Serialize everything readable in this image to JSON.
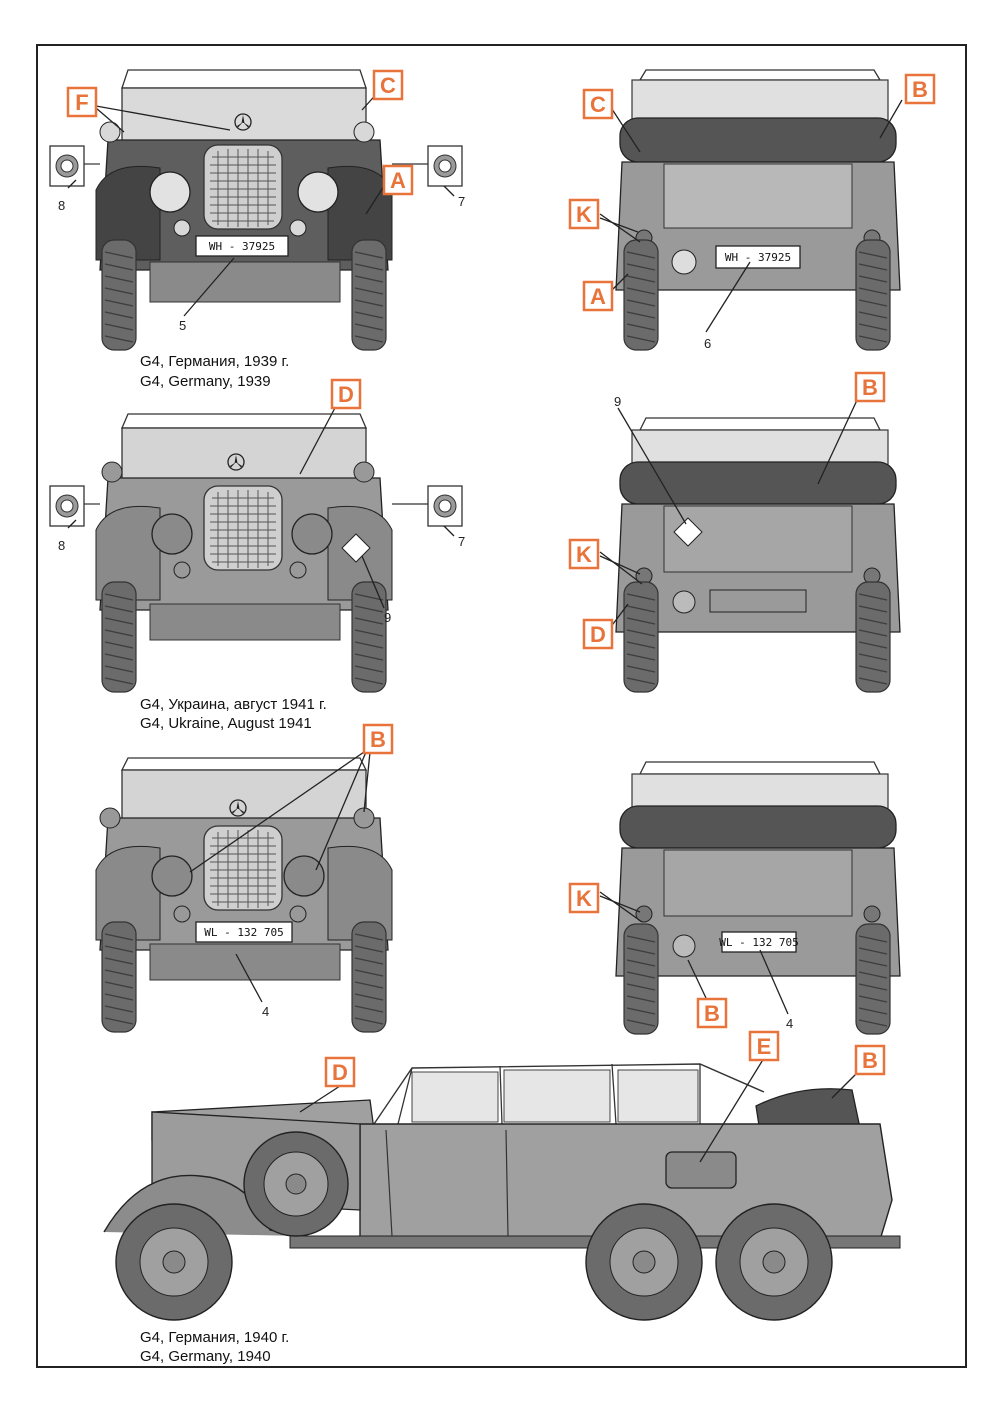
{
  "captions": {
    "v1_ru": "G4, Германия, 1939 г.",
    "v1_en": "G4, Germany, 1939",
    "v2_ru": "G4, Украина, август 1941 г.",
    "v2_en": "G4, Ukraine, August 1941",
    "side_ru": "G4, Германия, 1940 г.",
    "side_en": "G4, Germany, 1940"
  },
  "plates": {
    "p1": "WH - 37925",
    "p2": "WL - 132 705"
  },
  "numbers": {
    "n4": "4",
    "n5": "5",
    "n6": "6",
    "n7": "7",
    "n8": "8",
    "n9": "9"
  },
  "letters": {
    "A": "A",
    "B": "B",
    "C": "C",
    "D": "D",
    "E": "E",
    "F": "F",
    "K": "K"
  },
  "colors": {
    "accent": "#e8743b",
    "body_dark": "#5a5a5a",
    "body_mid": "#8f8f8f",
    "body_light": "#b9b9b9",
    "tyre": "#6b6b6b"
  }
}
